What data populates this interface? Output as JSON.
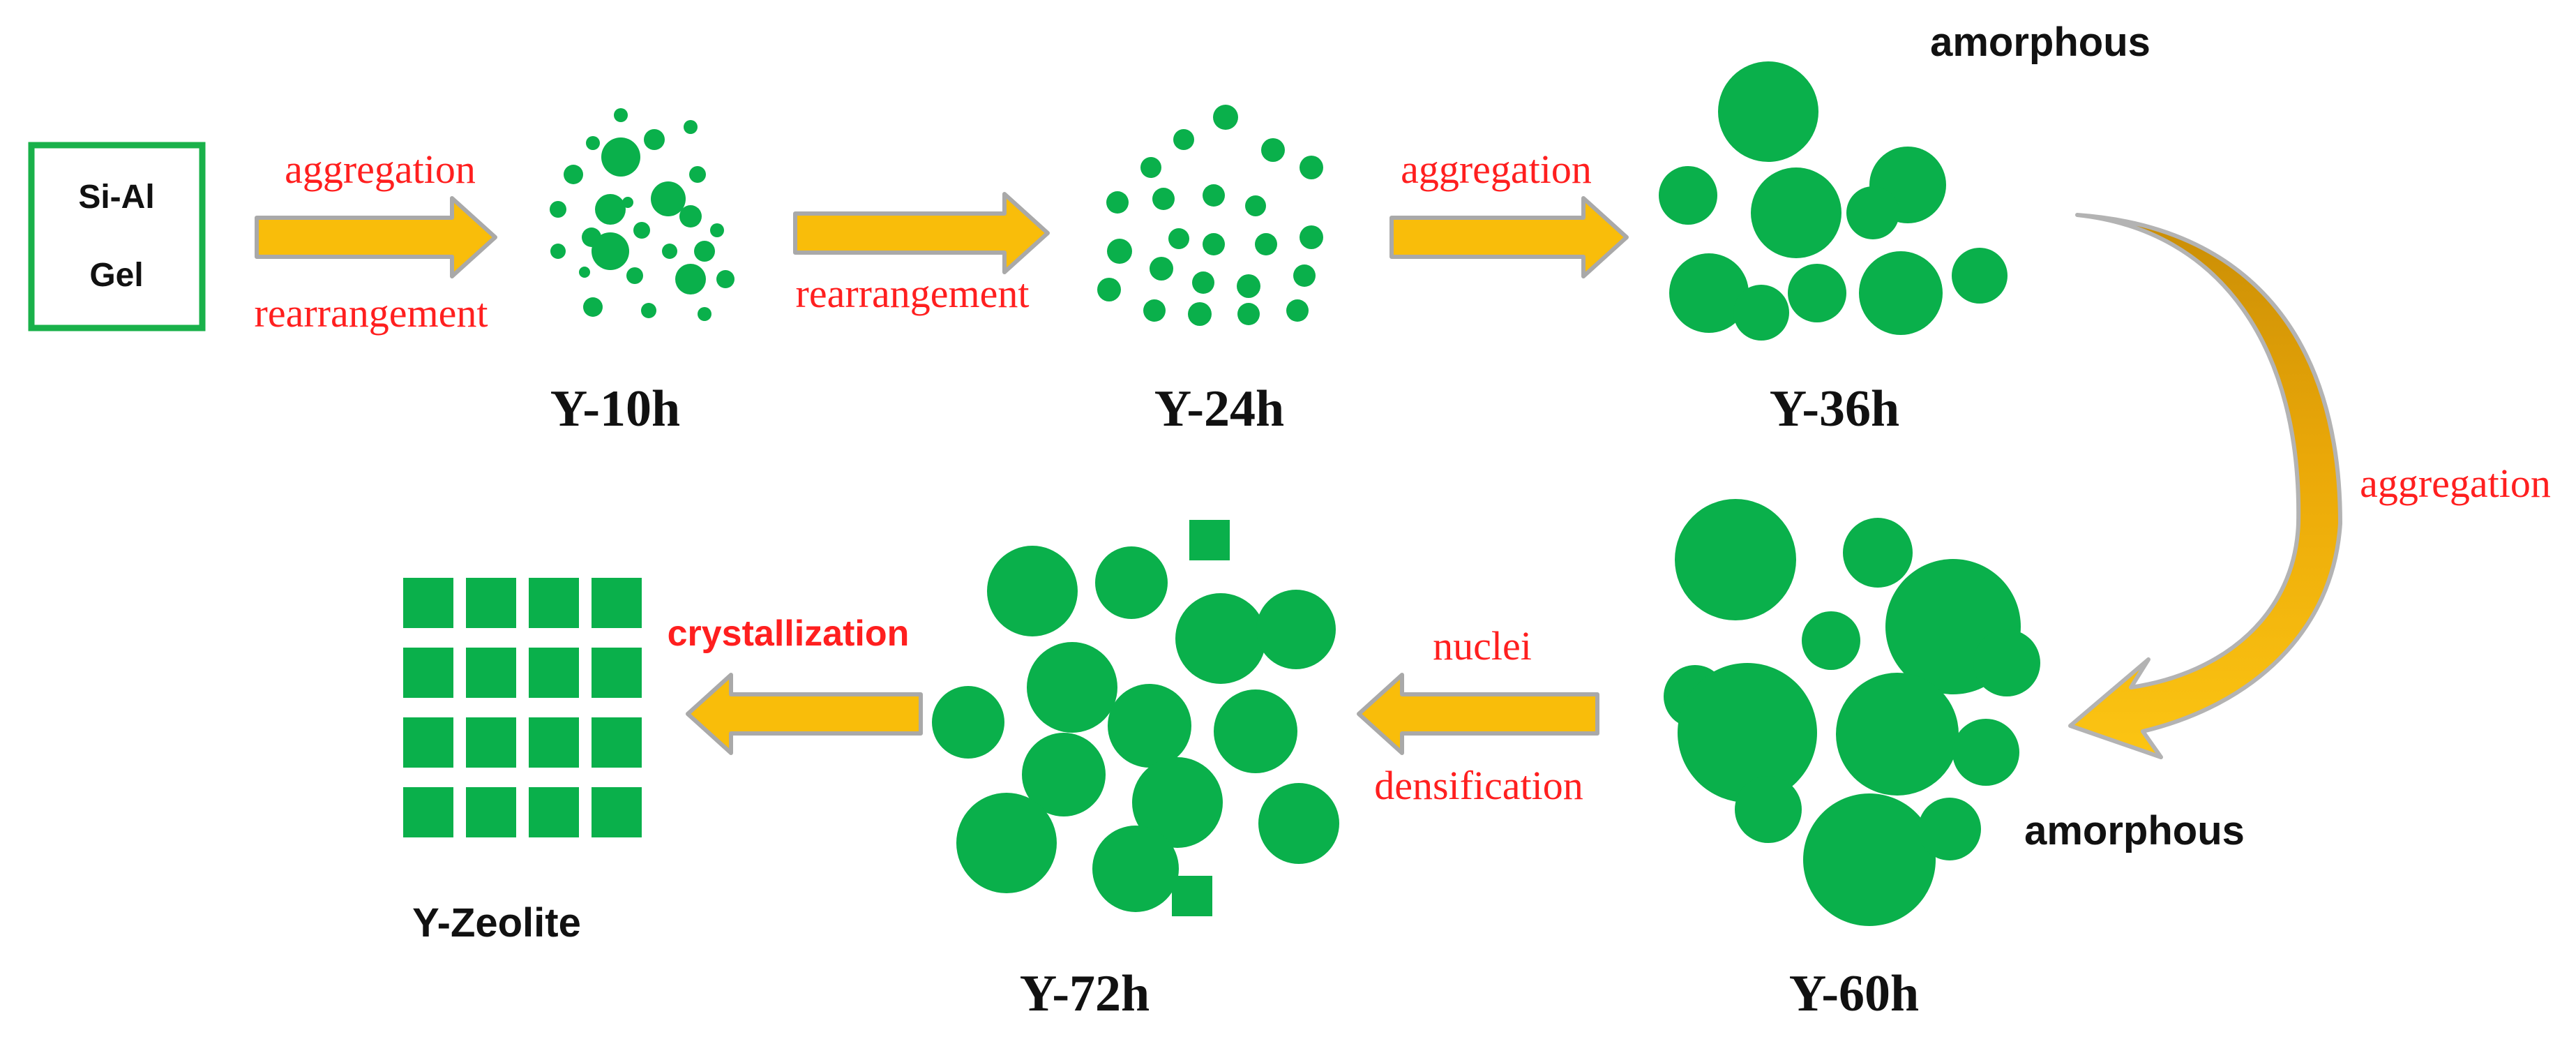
{
  "colors": {
    "particle": "#0ab04b",
    "arrow": "#f9bd0a",
    "arrow_dark": "#d89a08",
    "arrow_edge": "#a9a9a9",
    "text_red": "#ff1f1f",
    "box": "#19b14a"
  },
  "start": {
    "line1": "Si-Al",
    "line2": "Gel"
  },
  "edges": {
    "e1_top": "aggregation",
    "e1_bottom": "rearrangement",
    "e2_bottom": "rearrangement",
    "e3_top": "aggregation",
    "curve_label": "aggregation",
    "e5_top": "nuclei",
    "e5_bottom": "densification",
    "e6_top": "crystallization"
  },
  "stages": {
    "y10": "Y-10h",
    "y24": "Y-24h",
    "y36": "Y-36h",
    "y60": "Y-60h",
    "y72": "Y-72h",
    "zeolite": "Y-Zeolite"
  },
  "notes": {
    "amorphous_top": "amorphous",
    "amorphous_bottom": "amorphous"
  },
  "clusters": {
    "y10": [
      [
        890,
        225,
        28
      ],
      [
        890,
        165,
        10
      ],
      [
        938,
        200,
        15
      ],
      [
        850,
        205,
        10
      ],
      [
        822,
        250,
        14
      ],
      [
        958,
        285,
        25
      ],
      [
        1000,
        250,
        12
      ],
      [
        990,
        310,
        16
      ],
      [
        875,
        300,
        22
      ],
      [
        920,
        330,
        12
      ],
      [
        848,
        340,
        14
      ],
      [
        800,
        300,
        12
      ],
      [
        875,
        360,
        27
      ],
      [
        960,
        360,
        11
      ],
      [
        1010,
        360,
        15
      ],
      [
        800,
        360,
        11
      ],
      [
        910,
        395,
        12
      ],
      [
        930,
        445,
        11
      ],
      [
        850,
        440,
        14
      ],
      [
        990,
        400,
        22
      ],
      [
        1040,
        400,
        13
      ],
      [
        1010,
        450,
        10
      ],
      [
        990,
        182,
        10
      ],
      [
        1028,
        330,
        10
      ],
      [
        838,
        390,
        8
      ],
      [
        900,
        290,
        8
      ]
    ],
    "y24": [
      [
        1757,
        168,
        18
      ],
      [
        1697,
        200,
        15
      ],
      [
        1650,
        240,
        15
      ],
      [
        1825,
        215,
        17
      ],
      [
        1880,
        240,
        17
      ],
      [
        1602,
        290,
        16
      ],
      [
        1668,
        285,
        16
      ],
      [
        1740,
        280,
        16
      ],
      [
        1800,
        295,
        15
      ],
      [
        1605,
        360,
        18
      ],
      [
        1690,
        342,
        15
      ],
      [
        1740,
        350,
        16
      ],
      [
        1815,
        350,
        16
      ],
      [
        1880,
        340,
        17
      ],
      [
        1590,
        415,
        17
      ],
      [
        1665,
        385,
        17
      ],
      [
        1725,
        405,
        16
      ],
      [
        1790,
        410,
        17
      ],
      [
        1870,
        395,
        16
      ],
      [
        1655,
        445,
        16
      ],
      [
        1720,
        450,
        17
      ],
      [
        1790,
        450,
        16
      ],
      [
        1860,
        445,
        16
      ]
    ],
    "y36": [
      [
        2535,
        160,
        72
      ],
      [
        2420,
        280,
        42
      ],
      [
        2575,
        305,
        65
      ],
      [
        2735,
        265,
        55
      ],
      [
        2685,
        305,
        38
      ],
      [
        2450,
        420,
        57
      ],
      [
        2605,
        420,
        42
      ],
      [
        2725,
        420,
        60
      ],
      [
        2838,
        395,
        40
      ],
      [
        2525,
        448,
        40
      ]
    ],
    "y60": [
      [
        2488,
        802,
        87
      ],
      [
        2692,
        792,
        50
      ],
      [
        2800,
        898,
        97
      ],
      [
        2625,
        918,
        42
      ],
      [
        2877,
        950,
        48
      ],
      [
        2430,
        998,
        45
      ],
      [
        2505,
        1050,
        100
      ],
      [
        2720,
        1052,
        88
      ],
      [
        2847,
        1078,
        48
      ],
      [
        2535,
        1160,
        48
      ],
      [
        2680,
        1232,
        95
      ],
      [
        2795,
        1188,
        45
      ]
    ],
    "y72": [
      [
        1480,
        847,
        65
      ],
      [
        1622,
        835,
        52
      ],
      [
        1750,
        915,
        65
      ],
      [
        1858,
        902,
        57
      ],
      [
        1537,
        985,
        65
      ],
      [
        1388,
        1035,
        52
      ],
      [
        1648,
        1040,
        60
      ],
      [
        1800,
        1048,
        60
      ],
      [
        1525,
        1110,
        60
      ],
      [
        1688,
        1150,
        65
      ],
      [
        1862,
        1180,
        58
      ],
      [
        1443,
        1208,
        72
      ],
      [
        1628,
        1245,
        62
      ]
    ]
  }
}
